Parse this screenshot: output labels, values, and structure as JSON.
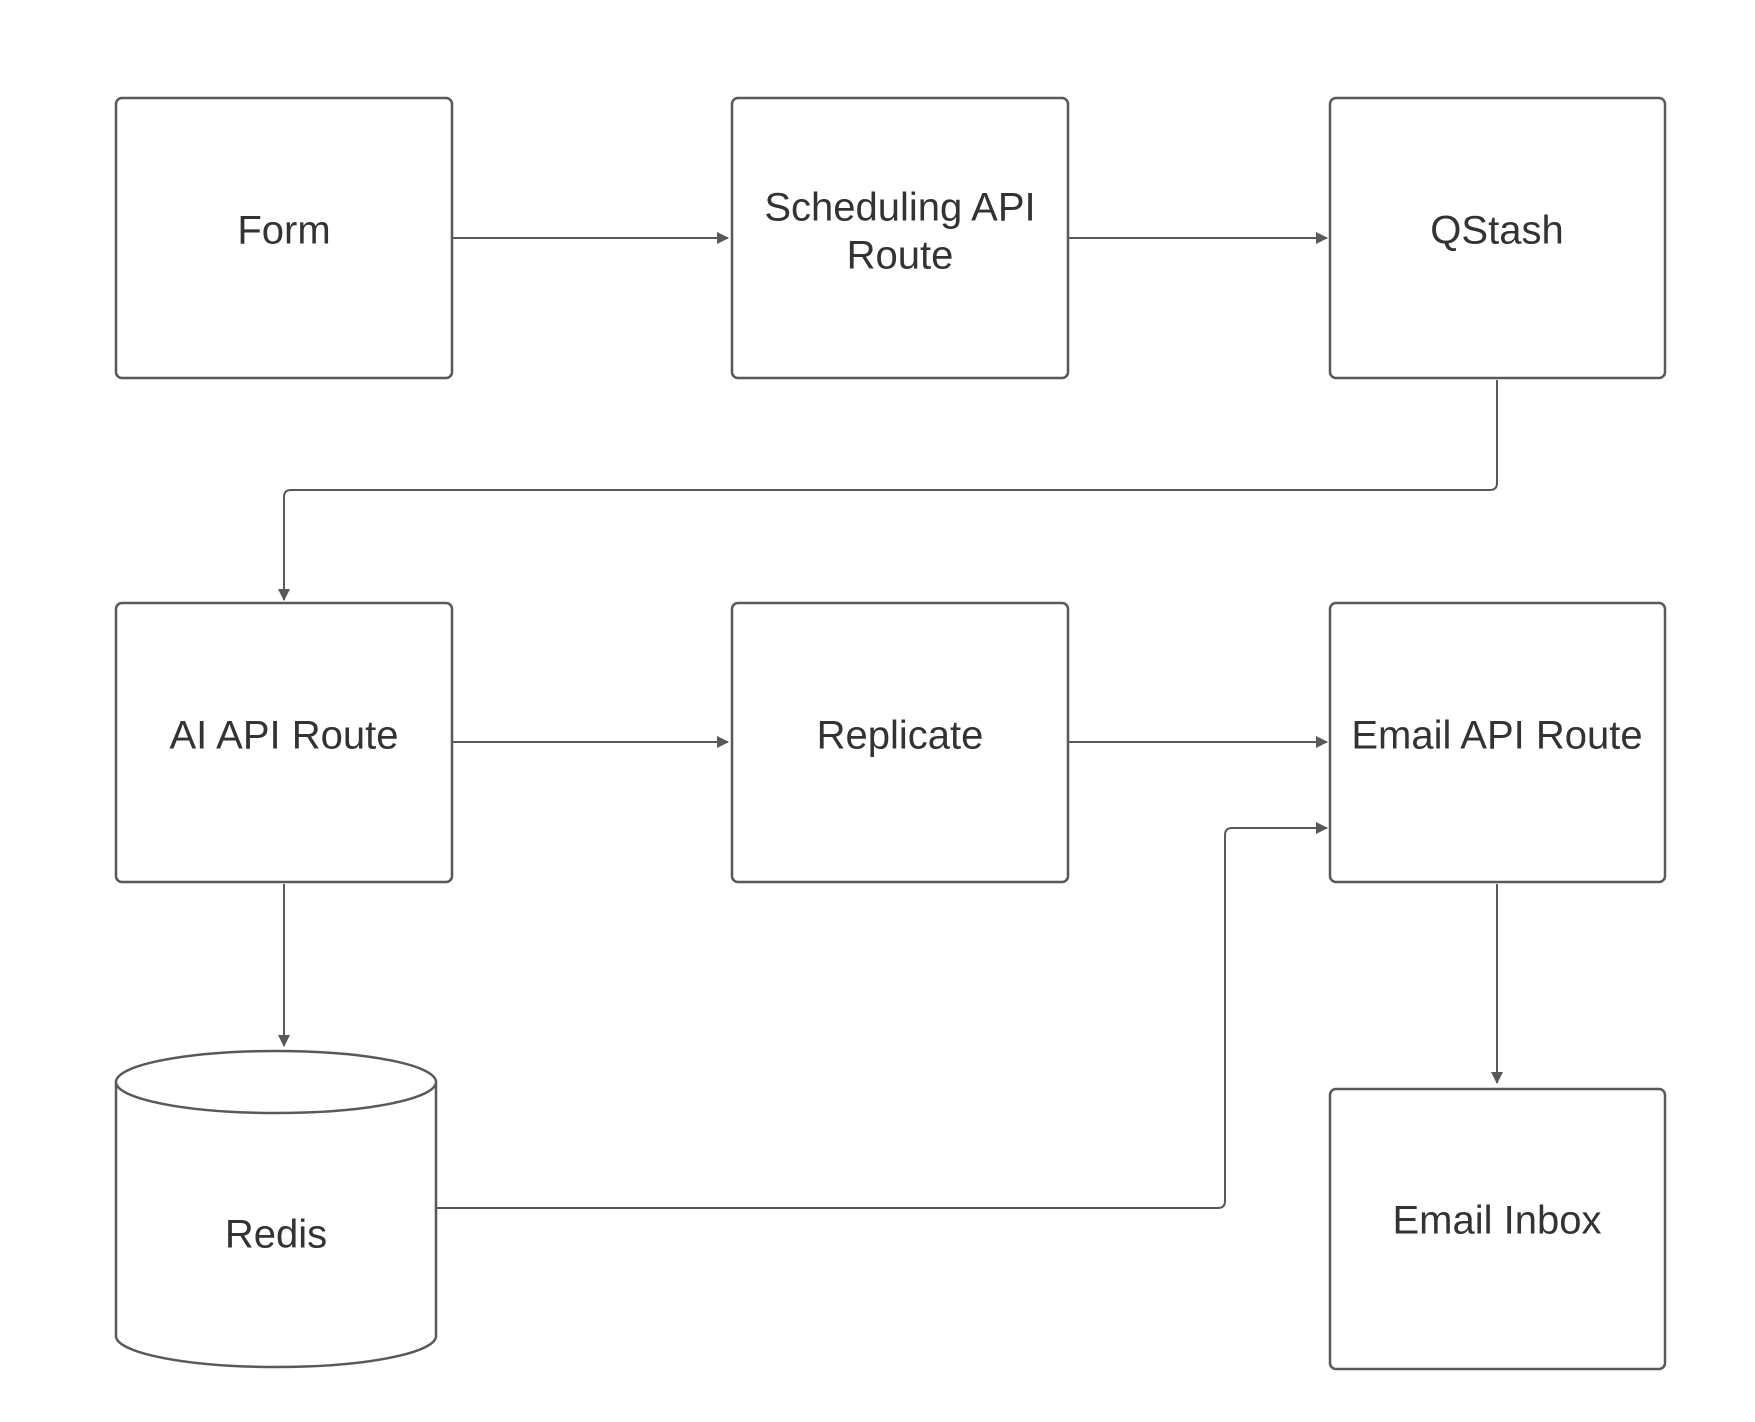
{
  "colors": {
    "background": "#ffffff",
    "stroke": "#595959",
    "text": "#333333"
  },
  "nodes": {
    "form": {
      "lines": [
        "Form"
      ]
    },
    "scheduling": {
      "lines": [
        "Scheduling API",
        "Route"
      ]
    },
    "qstash": {
      "lines": [
        "QStash"
      ]
    },
    "ai": {
      "lines": [
        "AI API Route"
      ]
    },
    "replicate": {
      "lines": [
        "Replicate"
      ]
    },
    "email_api": {
      "lines": [
        "Email API Route"
      ]
    },
    "redis": {
      "lines": [
        "Redis"
      ],
      "shape": "cylinder"
    },
    "email_inbox": {
      "lines": [
        "Email Inbox"
      ]
    }
  },
  "edges": [
    {
      "from": "form",
      "to": "scheduling"
    },
    {
      "from": "scheduling",
      "to": "qstash"
    },
    {
      "from": "qstash",
      "to": "ai"
    },
    {
      "from": "ai",
      "to": "replicate"
    },
    {
      "from": "replicate",
      "to": "email_api"
    },
    {
      "from": "ai",
      "to": "redis"
    },
    {
      "from": "redis",
      "to": "email_api"
    },
    {
      "from": "email_api",
      "to": "email_inbox"
    }
  ]
}
